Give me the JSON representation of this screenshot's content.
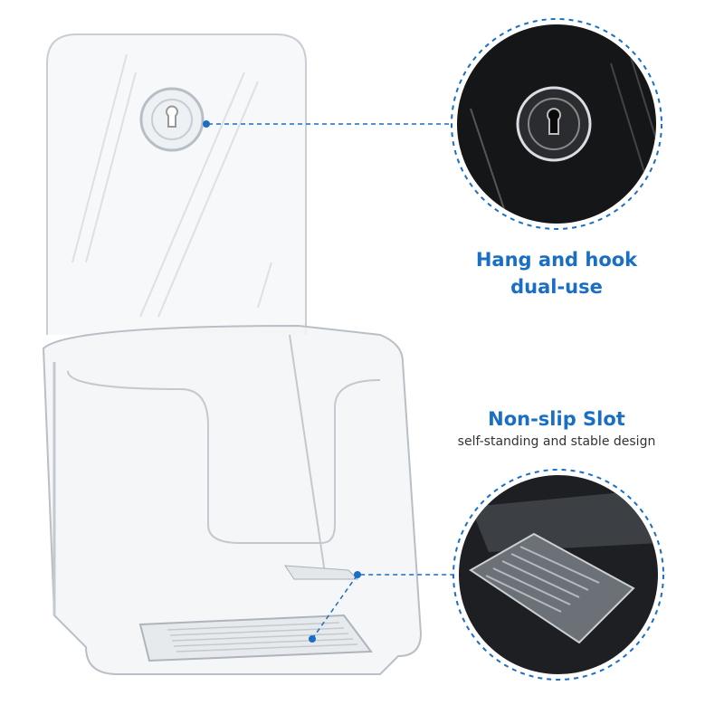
{
  "features": [
    {
      "title_line1": "Hang and hook",
      "title_line2": "dual-use"
    },
    {
      "title": "Non-slip Slot",
      "subtitle": "self-standing and stable design"
    }
  ],
  "colors": {
    "accent": "#1a6fc4",
    "subtext": "#333333",
    "detail_bg": "#151618"
  }
}
